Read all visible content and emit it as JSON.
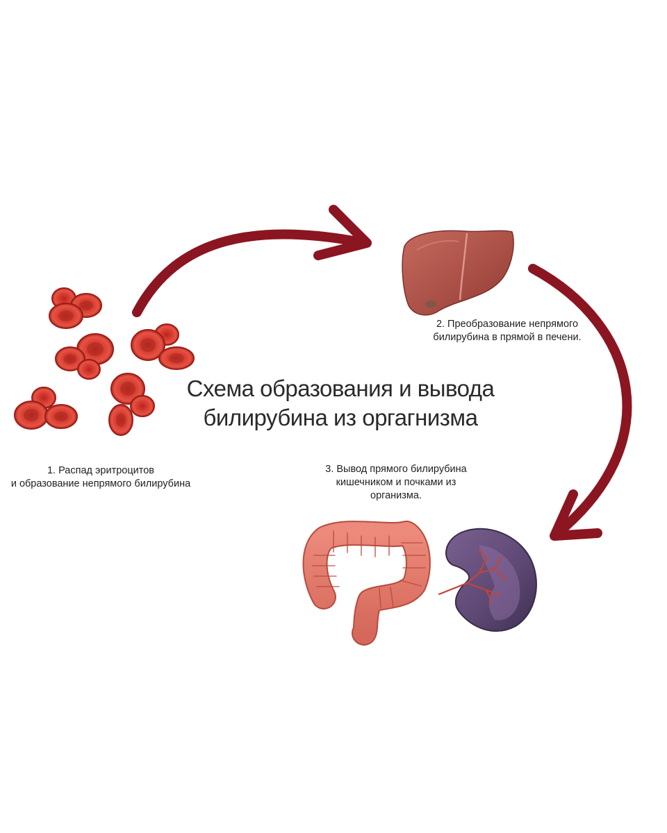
{
  "title": {
    "line1": "Схема образования и вывода",
    "line2": "билирубина из оргагнизма"
  },
  "steps": [
    {
      "line1": "1. Распад эритроцитов",
      "line2": "и образование непрямого билирубина",
      "line3": ""
    },
    {
      "line1": "2. Преобразование непрямого",
      "line2": "билирубина в прямой в печени.",
      "line3": ""
    },
    {
      "line1": "3. Вывод прямого билирубина",
      "line2": "кишечником и почками из",
      "line3": "организма."
    }
  ],
  "colors": {
    "arrow": "#8b1521",
    "blood_cell": "#d2362d",
    "liver": "#b0584f",
    "intestine": "#e47a6c",
    "kidney": "#5f4a78"
  },
  "icons": [
    "red-blood-cells-icon",
    "liver-icon",
    "intestine-icon",
    "kidney-icon"
  ]
}
